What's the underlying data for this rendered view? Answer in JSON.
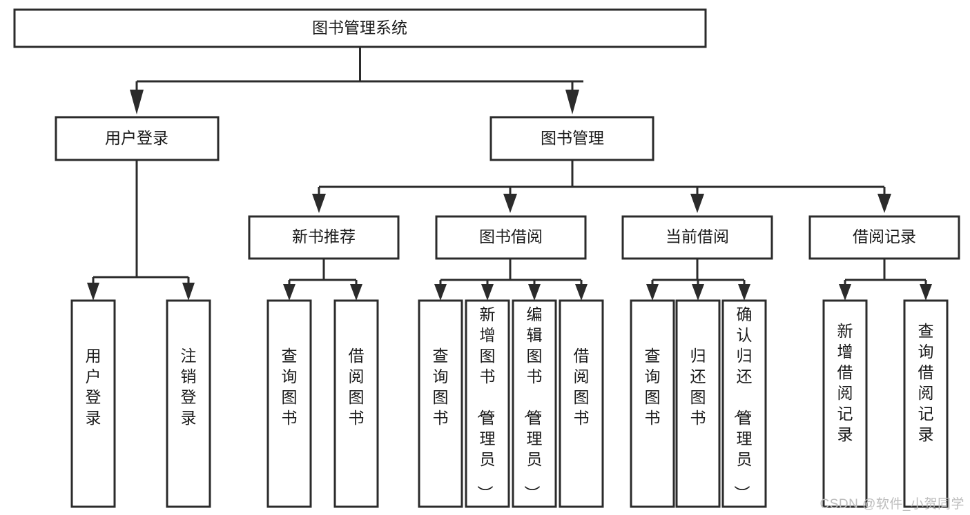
{
  "diagram": {
    "type": "tree-hierarchy-flowchart",
    "title": "图书管理系统",
    "orientation": "top-down",
    "colors": {
      "box_fill": "#ffffff",
      "box_stroke": "#2b2b2b",
      "text": "#1a1a1a",
      "background": "#ffffff",
      "watermark": "#bdbdbd"
    },
    "levels": {
      "level1": [
        {
          "id": "root",
          "label": "图书管理系统"
        }
      ],
      "level2": [
        {
          "id": "user-login",
          "label": "用户登录",
          "parent": "root"
        },
        {
          "id": "book-management",
          "label": "图书管理",
          "parent": "root"
        }
      ],
      "level3": [
        {
          "id": "new-book-recommend",
          "label": "新书推荐",
          "parent": "book-management"
        },
        {
          "id": "book-borrow",
          "label": "图书借阅",
          "parent": "book-management"
        },
        {
          "id": "current-borrow",
          "label": "当前借阅",
          "parent": "book-management"
        },
        {
          "id": "borrow-record",
          "label": "借阅记录",
          "parent": "book-management"
        }
      ],
      "level4": [
        {
          "id": "leaf-user-login",
          "label": "用户登录",
          "parent": "user-login"
        },
        {
          "id": "leaf-logout-login",
          "label": "注销登录",
          "parent": "user-login"
        },
        {
          "id": "leaf-query-book-1",
          "label": "查询图书",
          "parent": "new-book-recommend"
        },
        {
          "id": "leaf-borrow-book-1",
          "label": "借阅图书",
          "parent": "new-book-recommend"
        },
        {
          "id": "leaf-query-book-2",
          "label": "查询图书",
          "parent": "book-borrow"
        },
        {
          "id": "leaf-add-book",
          "label": "新增图书（管理员）",
          "parent": "book-borrow"
        },
        {
          "id": "leaf-edit-book",
          "label": "编辑图书（管理员）",
          "parent": "book-borrow"
        },
        {
          "id": "leaf-borrow-book-2",
          "label": "借阅图书",
          "parent": "book-borrow"
        },
        {
          "id": "leaf-query-book-3",
          "label": "查询图书",
          "parent": "current-borrow"
        },
        {
          "id": "leaf-return-book",
          "label": "归还图书",
          "parent": "current-borrow"
        },
        {
          "id": "leaf-confirm-return",
          "label": "确认归还（管理员）",
          "parent": "current-borrow"
        },
        {
          "id": "leaf-add-record",
          "label": "新增借阅记录",
          "parent": "borrow-record"
        },
        {
          "id": "leaf-query-record",
          "label": "查询借阅记录",
          "parent": "borrow-record"
        }
      ]
    }
  },
  "watermark": {
    "text": "CSDN @软件_小贺同学"
  }
}
